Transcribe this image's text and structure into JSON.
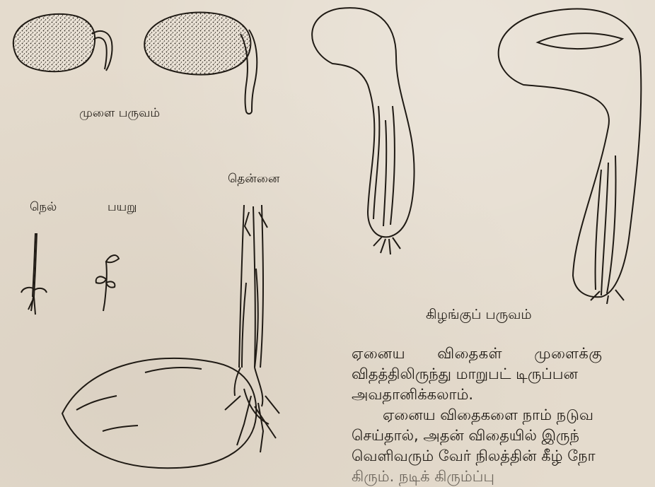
{
  "labels": {
    "germination_stage": "முளை பருவம்",
    "coconut": "தென்னை",
    "paddy": "நெல்",
    "pulse": "பயறு",
    "tuber_stage": "கிழங்குப் பருவம்"
  },
  "body_lines": [
    "ஏனைய விதைகள் முளைக்கு",
    "விதத்திலிருந்து மாறுபட் டிருப்பன",
    "அவதானிக்கலாம்.",
    "ஏனைய விதைகளை நாம் நடுவ",
    "செய்தால், அதன் விதையில் இருந்",
    "வெளிவரும் வேர் நிலத்தின் கீழ் நோ",
    "கிரும். நடிக் கிரும்ப்பு"
  ]
}
